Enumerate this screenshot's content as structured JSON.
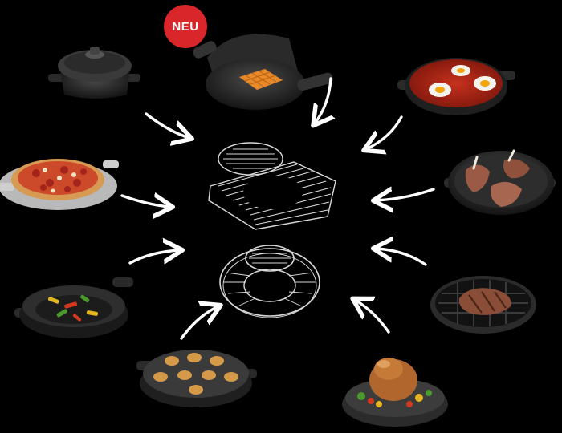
{
  "badge": {
    "label": "NEU"
  },
  "colors": {
    "background": "#000000",
    "badge": "#d8262a",
    "arrow": "#ffffff",
    "grate": "#d9d9d9"
  },
  "accessories": [
    {
      "name": "dutch-oven"
    },
    {
      "name": "waffle-maker"
    },
    {
      "name": "pan-with-eggs"
    },
    {
      "name": "pizza-stone"
    },
    {
      "name": "griddle-with-lamb"
    },
    {
      "name": "wok"
    },
    {
      "name": "sear-grate-with-steak"
    },
    {
      "name": "muffin-insert"
    },
    {
      "name": "poultry-roaster"
    }
  ],
  "grates": [
    {
      "name": "square-grate"
    },
    {
      "name": "round-grate"
    }
  ]
}
